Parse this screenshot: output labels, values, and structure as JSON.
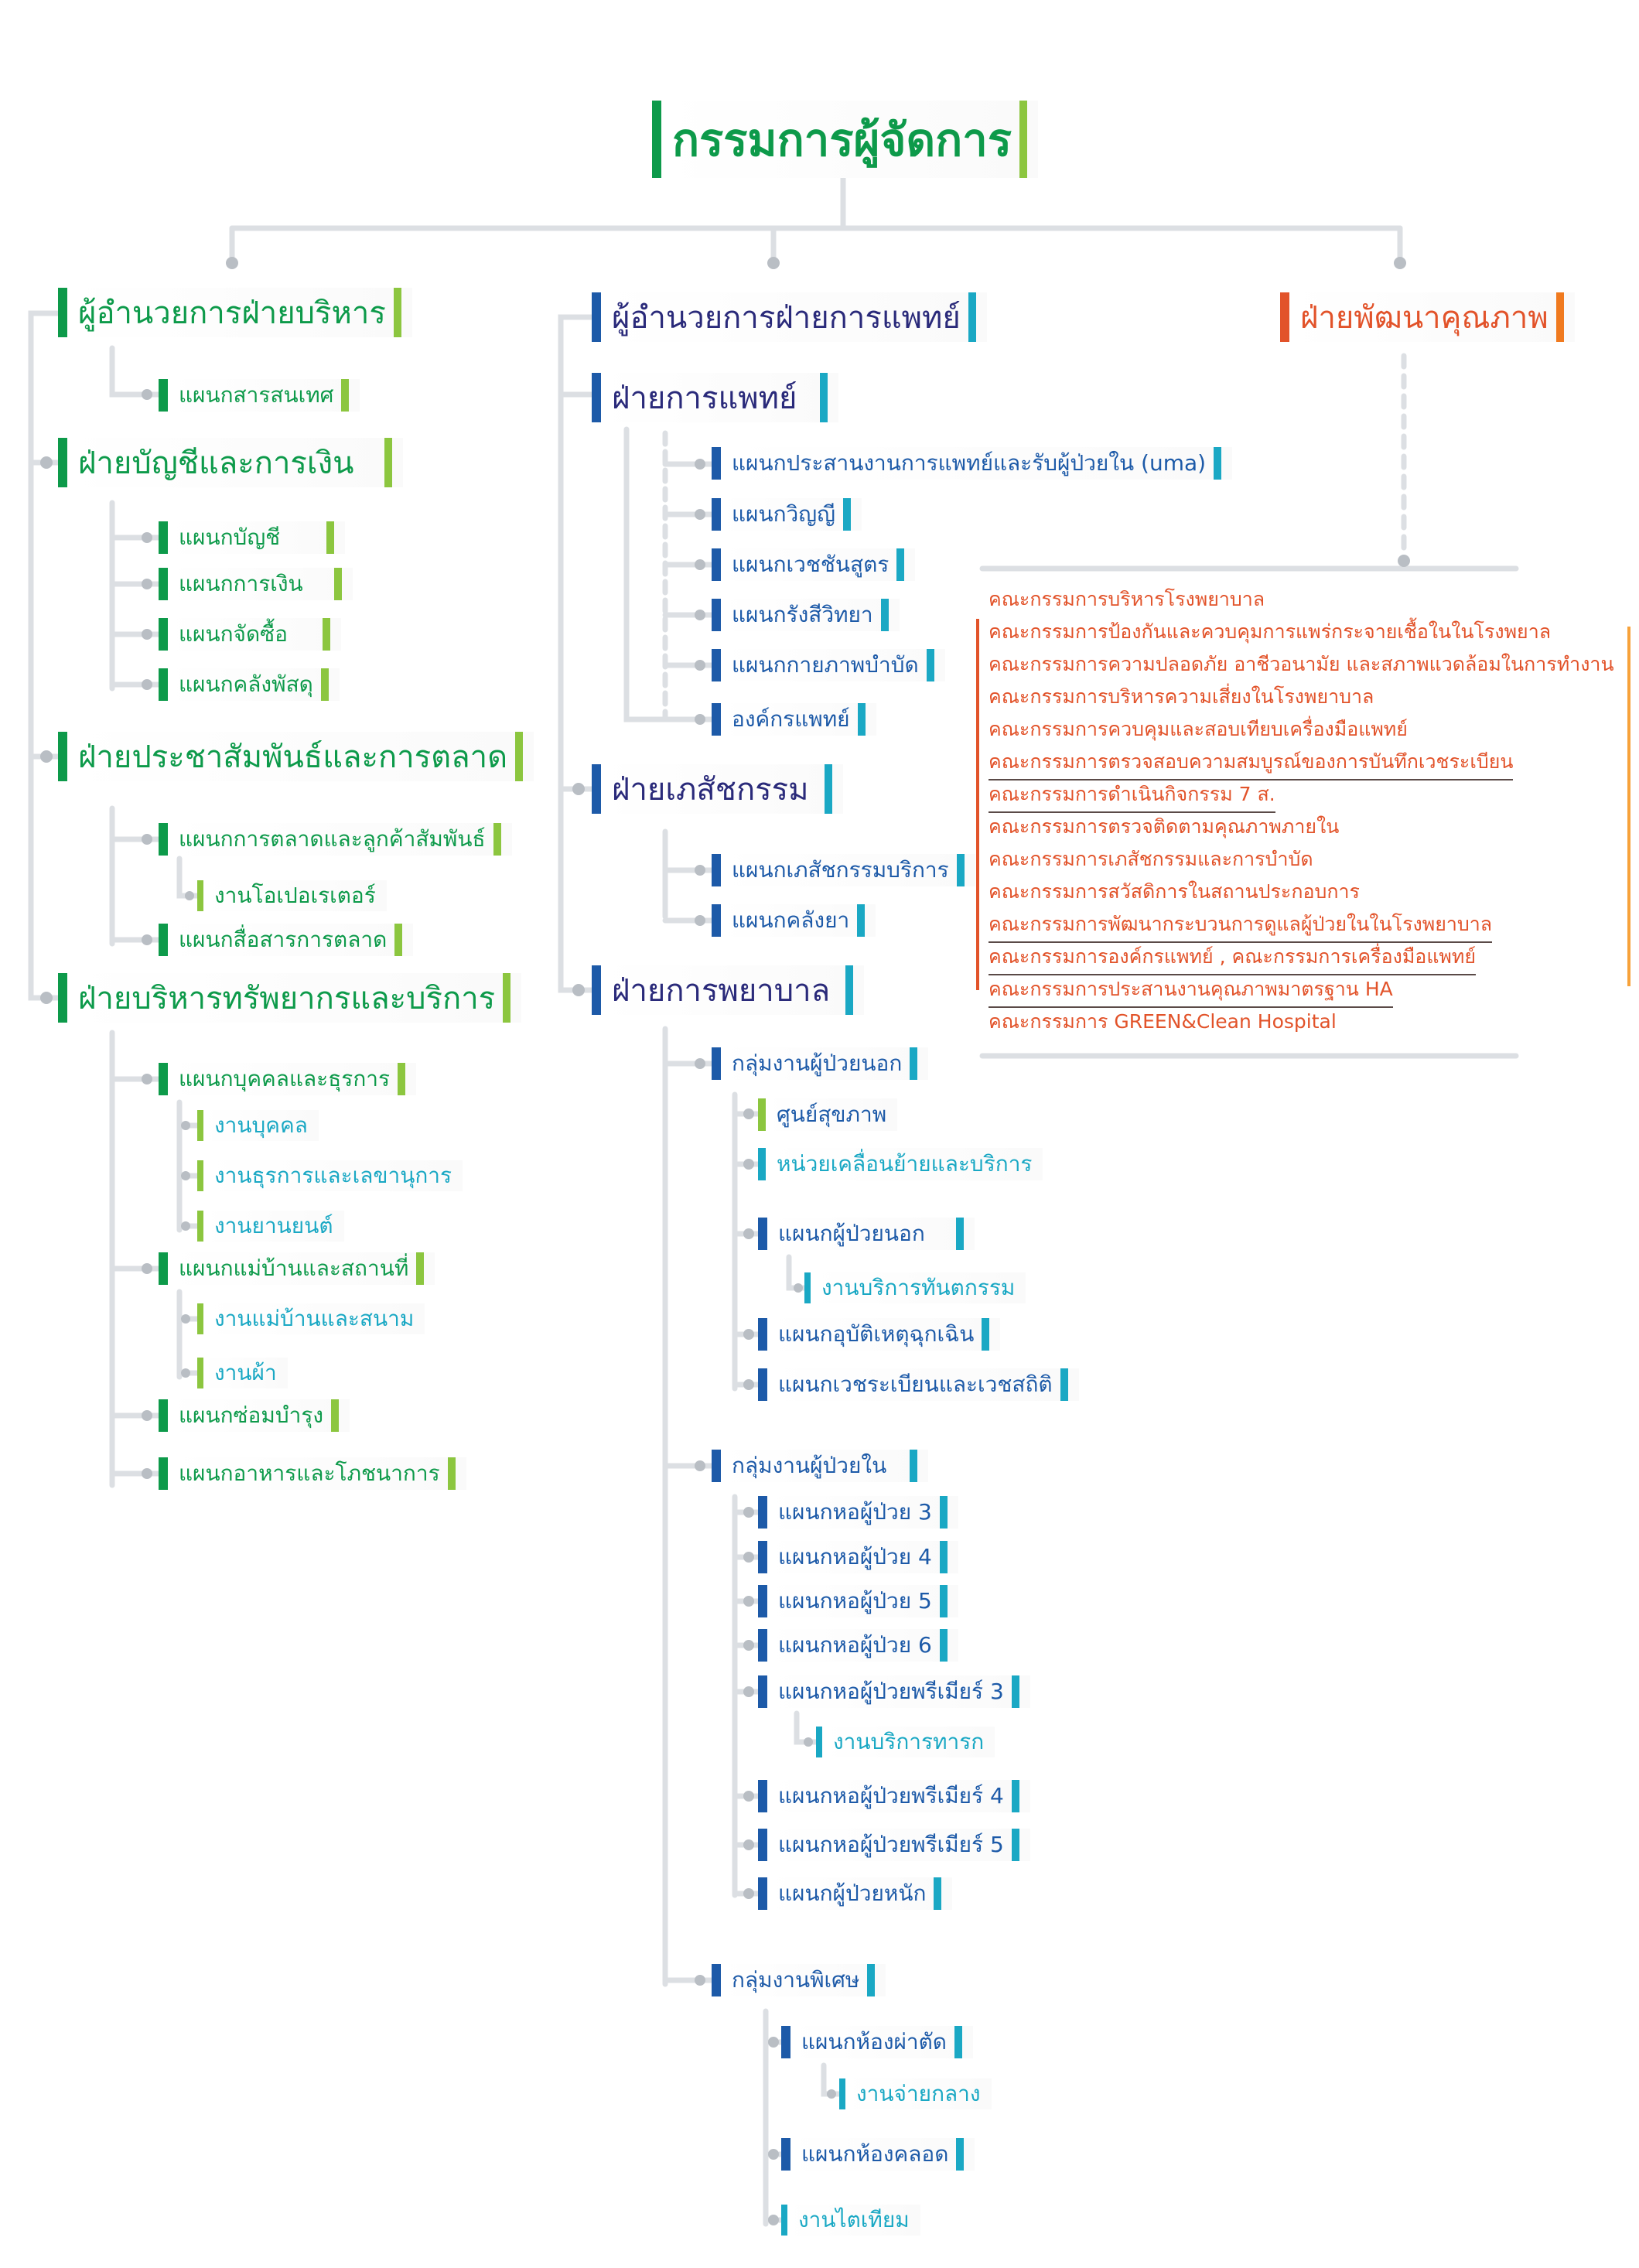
{
  "colors": {
    "green": "#0d9a4a",
    "lime": "#8cc63f",
    "blue": "#1d5aa8",
    "cyan": "#1aa8c4",
    "orange": "#f07a1f",
    "red": "#e2532a",
    "connector": "#dcdfe3"
  },
  "top": "กรรมการผู้จัดการ",
  "admin": {
    "head": "ผู้อำนวยการฝ่ายบริหาร",
    "it": "แผนกสารสนเทศ",
    "finance": {
      "head": "ฝ่ายบัญชีและการเงิน",
      "items": [
        "แผนกบัญชี",
        "แผนกการเงิน",
        "แผนกจัดซื้อ",
        "แผนกคลังพัสดุ"
      ]
    },
    "pr": {
      "head": "ฝ่ายประชาสัมพันธ์และการตลาด",
      "marketing": "แผนกการตลาดและลูกค้าสัมพันธ์",
      "operator": "งานโอเปอเรเตอร์",
      "media": "แผนกสื่อสารการตลาด"
    },
    "resource": {
      "head": "ฝ่ายบริหารทรัพยากรและบริการ",
      "hr": "แผนกบุคคลและธุรการ",
      "personnel": "งานบุคคล",
      "admin_sec": "งานธุรการและเลขานุการ",
      "vehicle": "งานยานยนต์",
      "housekeeping": "แผนกแม่บ้านและสถานที่",
      "maid": "งานแม่บ้านและสนาม",
      "laundry": "งานผ้า",
      "maintenance": "แผนกซ่อมบำรุง",
      "food": "แผนกอาหารและโภชนาการ"
    }
  },
  "medical": {
    "head": "ผู้อำนวยการฝ่ายการแพทย์",
    "md": {
      "head": "ฝ่ายการแพทย์",
      "items": [
        "แผนกประสานงานการแพทย์และรับผู้ป่วยใน (uma)",
        "แผนกวิญญี",
        "แผนกเวชชันสูตร",
        "แผนกรังสีวิทยา",
        "แผนกกายภาพบำบัด"
      ],
      "board": "องค์กรแพทย์"
    },
    "pharmacy": {
      "head": "ฝ่ายเภสัชกรรม",
      "items": [
        "แผนกเภสัชกรรมบริการ",
        "แผนกคลังยา"
      ]
    },
    "nursing": {
      "head": "ฝ่ายการพยาบาล",
      "opd": {
        "head": "กลุ่มงานผู้ป่วยนอก",
        "health": "ศูนย์สุขภาพ",
        "mobile": "หน่วยเคลื่อนย้ายและบริการ",
        "out": "แผนกผู้ป่วยนอก",
        "dental": "งานบริการทันตกรรม",
        "er": "แผนกอุบัติเหตุฉุกเฉิน",
        "records": "แผนกเวชระเบียนและเวชสถิติ"
      },
      "ipd": {
        "head": "กลุ่มงานผู้ป่วยใน",
        "w3": "แผนกหอผู้ป่วย 3",
        "w4": "แผนกหอผู้ป่วย 4",
        "w5": "แผนกหอผู้ป่วย 5",
        "w6": "แผนกหอผู้ป่วย 6",
        "p3": "แผนกหอผู้ป่วยพรีเมียร์ 3",
        "infant": "งานบริการทารก",
        "p4": "แผนกหอผู้ป่วยพรีเมียร์ 4",
        "p5": "แผนกหอผู้ป่วยพรีเมียร์ 5",
        "icu": "แผนกผู้ป่วยหนัก"
      },
      "special": {
        "head": "กลุ่มงานพิเศษ",
        "or": "แผนกห้องผ่าตัด",
        "csd": "งานจ่ายกลาง",
        "lr": "แผนกห้องคลอด",
        "dialysis": "งานไตเทียม"
      }
    }
  },
  "quality": {
    "head": "ฝ่ายพัฒนาคุณภาพ",
    "committees": [
      "คณะกรรมการบริหารโรงพยาบาล",
      "คณะกรรมการป้องกันและควบคุมการแพร่กระจายเชื้อในในโรงพยาล",
      "คณะกรรมการความปลอดภัย อาชีวอนามัย และสภาพแวดล้อมในการทำงาน",
      "คณะกรรมการบริหารความเสี่ยงในโรงพยาบาล",
      "คณะกรรมการควบคุมและสอบเทียบเครื่องมือแพทย์",
      "คณะกรรมการตรวจสอบความสมบูรณ์ของการบันทึกเวชระเบียน",
      "คณะกรรมการดำเนินกิจกรรม 7 ส.",
      "คณะกรรมการตรวจติดตามคุณภาพภายใน",
      "คณะกรรมการเภสัชกรรมและการบำบัด",
      "คณะกรรมการสวัสดิการในสถานประกอบการ",
      "คณะกรรมการพัฒนากระบวนการดูแลผู้ป่วยในในโรงพยาบาล",
      "คณะกรรมการองค์กรแพทย์ , คณะกรรมการเครื่องมือแพทย์",
      "คณะกรรมการประสานงานคุณภาพมาตรฐาน HA",
      "คณะกรรมการ GREEN&Clean  Hospital"
    ]
  }
}
